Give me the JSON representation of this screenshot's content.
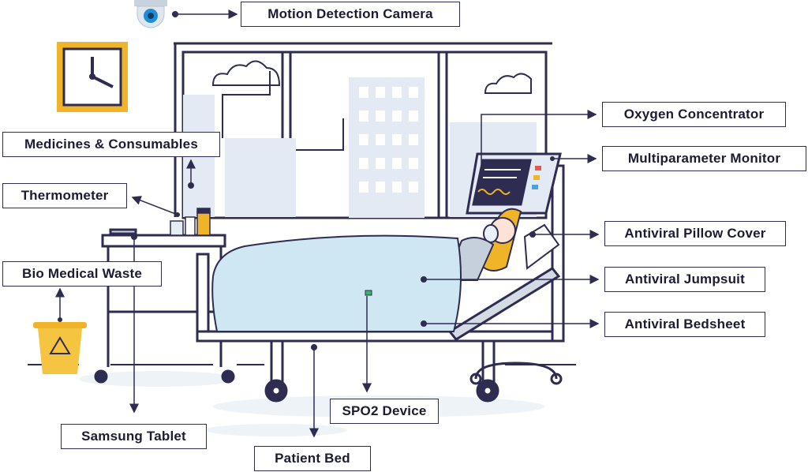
{
  "labels": {
    "camera": "Motion Detection Camera",
    "medicines": "Medicines & Consumables",
    "thermometer": "Thermometer",
    "waste": "Bio Medical Waste",
    "tablet": "Samsung Tablet",
    "bed": "Patient Bed",
    "spo2": "SPO2 Device",
    "oxygen": "Oxygen Concentrator",
    "monitor": "Multiparameter Monitor",
    "pillow": "Antiviral Pillow Cover",
    "jumpsuit": "Antiviral Jumpsuit",
    "bedsheet": "Antiviral Bedsheet"
  },
  "colors": {
    "line": "#2e2c50",
    "sheet": "#cfe6f3",
    "accent": "#f0b429",
    "window": "#e9eef6"
  }
}
